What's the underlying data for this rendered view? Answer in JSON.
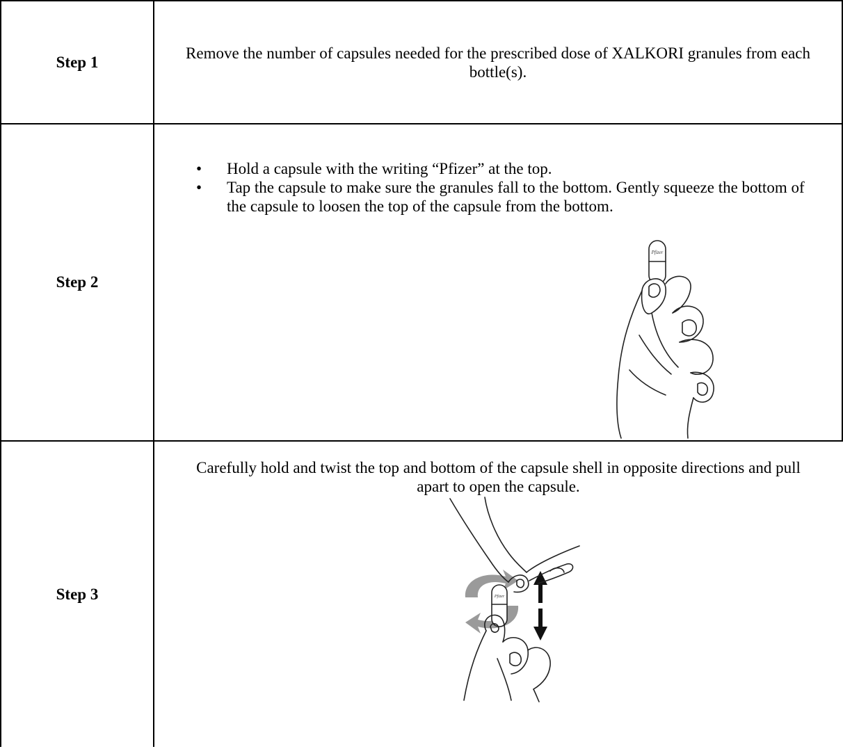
{
  "steps": [
    {
      "label": "Step 1",
      "text": "Remove the number of capsules needed for the prescribed dose of XALKORI granules from each bottle(s)."
    },
    {
      "label": "Step 2",
      "bullets": [
        "Hold a capsule with the writing “Pfizer” at the top.",
        "Tap the capsule to make sure the granules fall to the bottom. Gently squeeze the bottom of the capsule to loosen the top of the capsule from the bottom."
      ],
      "illustration": {
        "icon": "hand-holding-capsule-icon",
        "capsule_imprint": "Pfizer"
      }
    },
    {
      "label": "Step 3",
      "text": "Carefully hold and twist the top and bottom of the capsule shell in opposite directions and pull apart to open the capsule.",
      "illustration": {
        "icon": "hands-twisting-capsule-icon",
        "capsule_imprint": "Pfizer"
      }
    }
  ],
  "bullet_glyph": "•"
}
